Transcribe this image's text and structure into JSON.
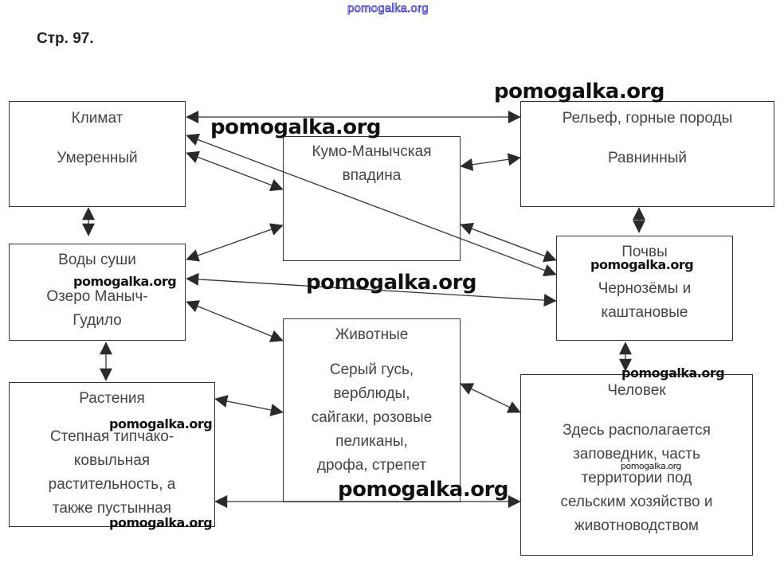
{
  "header": {
    "top_watermark": "pomogalka.org",
    "page_title": "Стр. 97."
  },
  "nodes": {
    "climate": {
      "title": "Климат",
      "body": "Умеренный"
    },
    "relief": {
      "title": "Рельеф, горные породы",
      "body": "Равнинный"
    },
    "depression": {
      "title": "Кумо-Манычская\nвпадина",
      "body": ""
    },
    "waters": {
      "title": "Воды суши",
      "body": "Озеро Маныч-\nГудило"
    },
    "soils": {
      "title": "Почвы",
      "body": "Чернозёмы и\nкаштановые"
    },
    "animals": {
      "title": "Животные",
      "body": "Серый гусь,\nверблюды,\nсайгаки, розовые\nпеликаны,\nдрофа, стрепет"
    },
    "plants": {
      "title": "Растения",
      "body": "Степная типчако-\nковыльная\nрастительность, а\nтакже пустынная"
    },
    "human": {
      "title": "Человек",
      "body": "Здесь располагается\nзаповедник, часть\nтерритории под\nсельским хозяйство и\nживотноводством"
    }
  },
  "connections": [
    [
      "climate",
      "relief"
    ],
    [
      "climate",
      "depression"
    ],
    [
      "climate",
      "soils"
    ],
    [
      "climate",
      "waters"
    ],
    [
      "depression",
      "relief"
    ],
    [
      "depression",
      "waters"
    ],
    [
      "depression",
      "soils"
    ],
    [
      "relief",
      "soils"
    ],
    [
      "waters",
      "soils"
    ],
    [
      "waters",
      "animals"
    ],
    [
      "waters",
      "plants"
    ],
    [
      "soils",
      "human"
    ],
    [
      "plants",
      "animals"
    ],
    [
      "animals",
      "human"
    ],
    [
      "plants",
      "human"
    ]
  ],
  "watermarks": [
    "pomogalka.org",
    "pomogalka.org",
    "pomogalka.org",
    "pomogalka.org",
    "pomogalka.org",
    "pomogalka.org",
    "pomogalka.org",
    "pomogalka.org",
    "pomogalka.org",
    "pomogalka.org"
  ],
  "colors": {
    "line": "#333333",
    "text": "#444444",
    "top_watermark": "#2a2ad0"
  }
}
